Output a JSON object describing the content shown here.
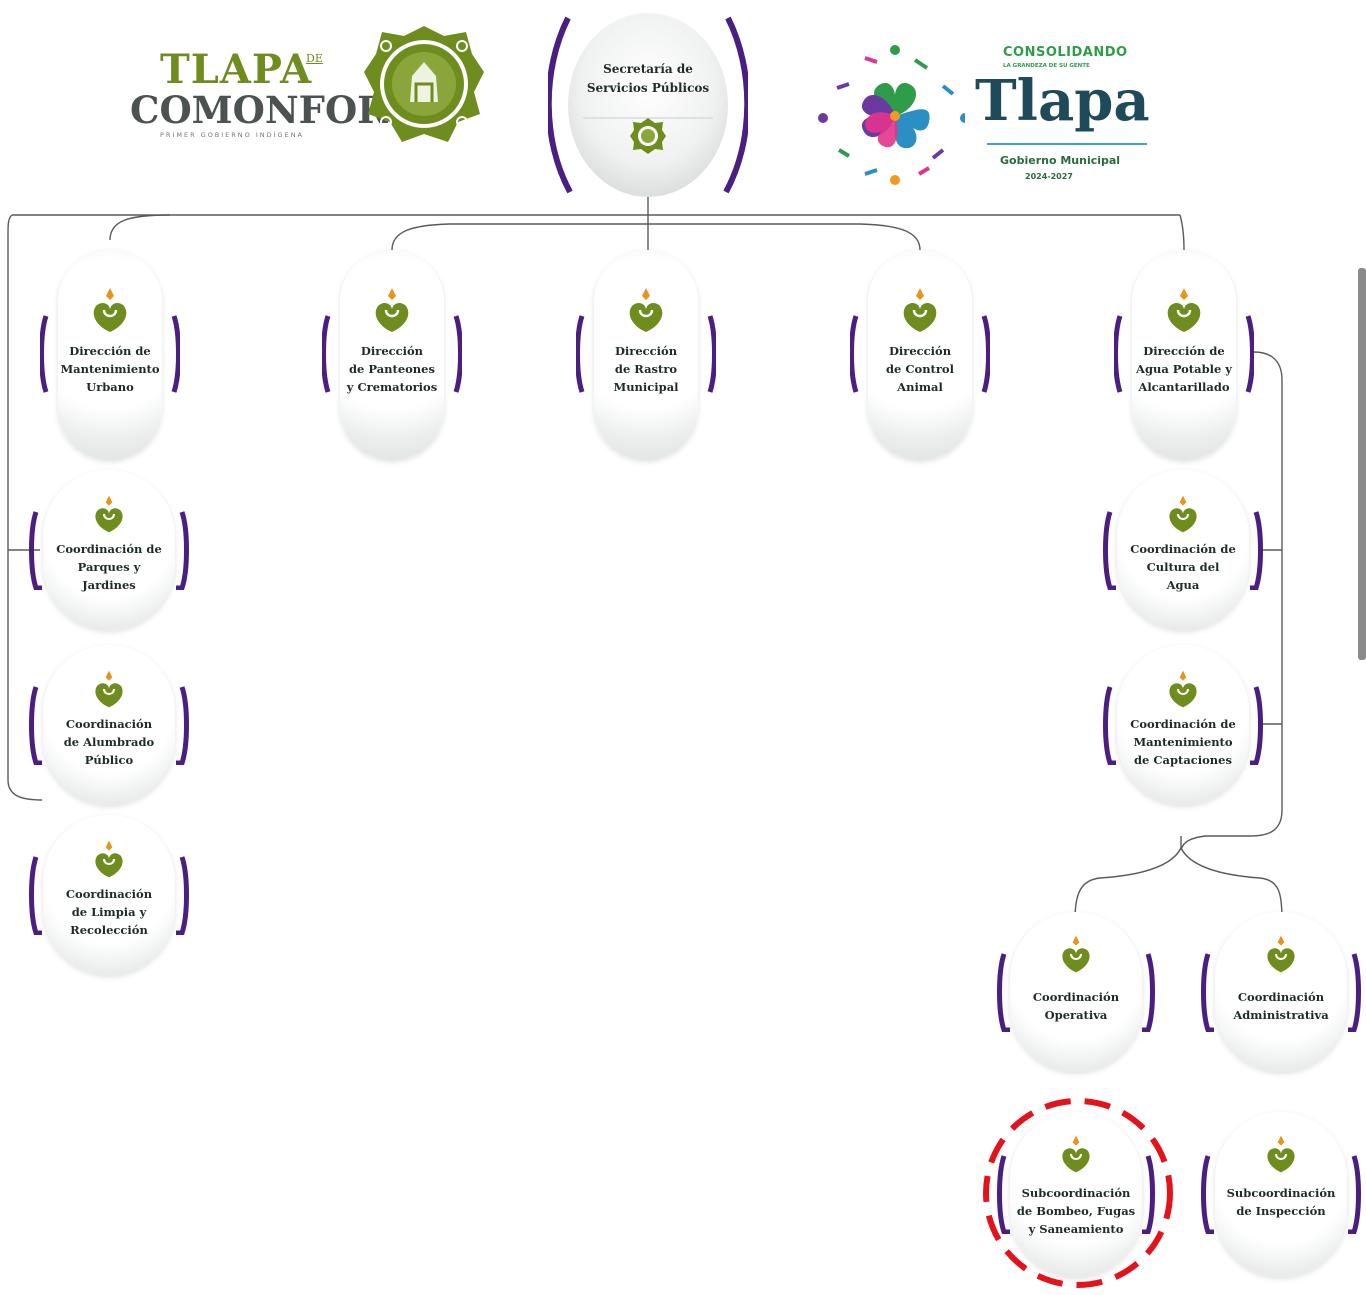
{
  "logos": {
    "left": {
      "line1": "TLAPA",
      "line1_suffix": "DE",
      "line2": "COMONFORT",
      "tagline": "PRIMER GOBIERNO INDÍGENA"
    },
    "right": {
      "headline": "CONSOLIDANDO",
      "subheadline": "LA GRANDEZA DE SU GENTE",
      "name": "Tlapa",
      "government": "Gobierno Municipal",
      "years": "2024-2027"
    }
  },
  "colors": {
    "green": "#6f8c1f",
    "purple": "#4b1f82",
    "highlight": "#e3121b",
    "connector": "#555555"
  },
  "top": {
    "title_line1": "Secretaría de",
    "title_line2": "Servicios Públicos"
  },
  "directions": [
    {
      "lines": [
        "Dirección de",
        "Mantenimiento",
        "Urbano"
      ]
    },
    {
      "lines": [
        "Dirección",
        "de Panteones",
        "y Crematorios"
      ]
    },
    {
      "lines": [
        "Dirección",
        "de  Rastro",
        "Municipal"
      ]
    },
    {
      "lines": [
        "Dirección",
        "de Control",
        "Animal"
      ]
    },
    {
      "lines": [
        "Dirección de",
        "Agua Potable y",
        "Alcantarillado"
      ]
    }
  ],
  "left_coordinations": [
    {
      "lines": [
        "Coordinación de",
        "Parques y",
        "Jardines"
      ]
    },
    {
      "lines": [
        "Coordinación",
        "de Alumbrado",
        "Público"
      ]
    },
    {
      "lines": [
        "Coordinación",
        "de Limpia y",
        "Recolección"
      ]
    }
  ],
  "right_coordinations": [
    {
      "lines": [
        "Coordinación de",
        "Cultura del",
        "Agua"
      ]
    },
    {
      "lines": [
        "Coordinación de",
        "Mantenimiento",
        "de Captaciones"
      ]
    }
  ],
  "bottom_coordinations": [
    {
      "lines": [
        "Coordinación",
        "Operativa"
      ]
    },
    {
      "lines": [
        "Coordinación",
        "Administrativa"
      ]
    }
  ],
  "subcoordinations": [
    {
      "lines": [
        "Subcoordinación",
        "de Bombeo, Fugas",
        "y Saneamiento"
      ],
      "highlighted": true
    },
    {
      "lines": [
        "Subcoordinación",
        "de Inspección"
      ],
      "highlighted": false
    }
  ]
}
